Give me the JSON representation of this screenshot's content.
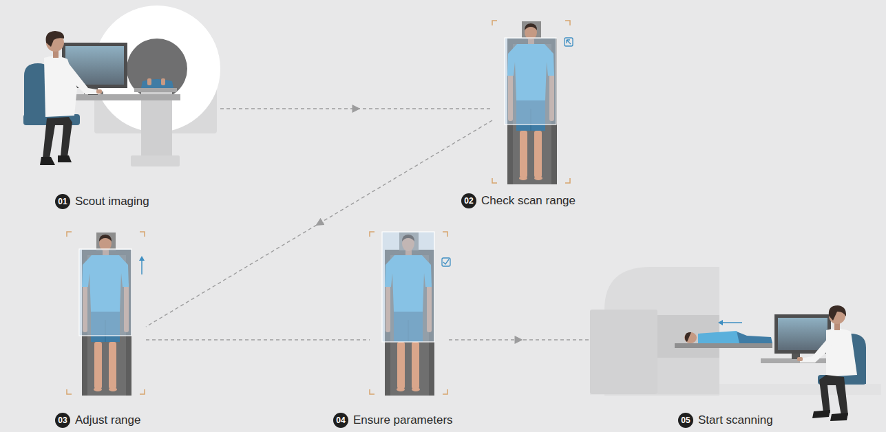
{
  "diagram": {
    "nodes": [
      {
        "text": [
          "01",
          "Scout imaging"
        ]
      },
      {
        "text": [
          "02",
          "Check scan range"
        ]
      },
      {
        "text": [
          "03",
          "Adjust range"
        ]
      },
      {
        "text": [
          "04",
          "Ensure parameters"
        ]
      },
      {
        "text": [
          "05",
          "Start scanning"
        ]
      }
    ],
    "edges": [
      {
        "from": 0,
        "to": 1,
        "arrow": "to"
      },
      {
        "from": 1,
        "to": 2,
        "arrow": "to"
      },
      {
        "from": 2,
        "to": 3,
        "arrow": "none"
      },
      {
        "from": 3,
        "to": 4,
        "arrow": "to"
      }
    ]
  }
}
